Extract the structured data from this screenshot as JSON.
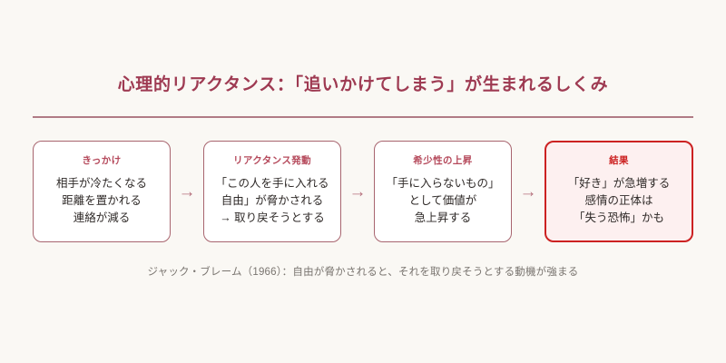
{
  "page": {
    "title": "心理的リアクタンス：「追いかけてしまう」が生まれるしくみ",
    "background_color": "#faf8f4",
    "accent_color": "#9e3a52",
    "rule_color": "#b07b85",
    "card_border_color": "#a8656f",
    "highlight_border_color": "#cc2222",
    "highlight_fill_color": "#fdf0f0",
    "arrow_glyph": "→"
  },
  "flow": {
    "steps": [
      {
        "header": "きっかけ",
        "lines": [
          "相手が冷たくなる",
          "距離を置かれる",
          "連絡が減る"
        ],
        "highlight": false
      },
      {
        "header": "リアクタンス発動",
        "lines": [
          "「この人を手に入れる",
          "自由」が脅かされる",
          "→ 取り戻そうとする"
        ],
        "highlight": false
      },
      {
        "header": "希少性の上昇",
        "lines": [
          "「手に入らないもの」",
          "として価値が",
          "急上昇する"
        ],
        "highlight": false
      },
      {
        "header": "結果",
        "lines": [
          "「好き」が急増する",
          "感情の正体は",
          "「失う恐怖」かも"
        ],
        "highlight": true
      }
    ],
    "connectors": [
      "→",
      "→",
      "→"
    ]
  },
  "footnote": {
    "text": "ジャック・ブレーム（1966）：自由が脅かされると、それを取り戻そうとする動機が強まる"
  }
}
